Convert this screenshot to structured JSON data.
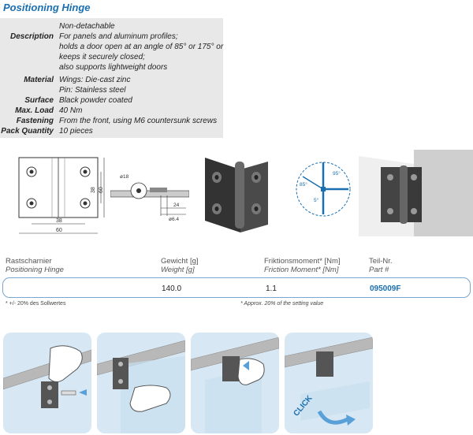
{
  "title": "Positioning Hinge",
  "specs": {
    "description_label": "Description",
    "description_lines": [
      "Non-detachable",
      "For panels and aluminum profiles;",
      "holds a door open at an angle of 85° or 175° or",
      "keeps it securely closed;",
      "also supports lightweight doors"
    ],
    "material_label": "Material",
    "material_lines": [
      "Wings: Die-cast zinc",
      "Pin: Stainless steel"
    ],
    "surface_label": "Surface",
    "surface_value": "Black powder coated",
    "max_load_label": "Max. Load",
    "max_load_value": "40 Nm",
    "fastening_label": "Fastening",
    "fastening_value": "From the front, using M6 countersunk screws",
    "pack_label": "Pack Quantity",
    "pack_value": "10 pieces"
  },
  "drawing": {
    "dim_38_h": "38",
    "dim_60_h": "60",
    "dim_38_v": "38",
    "dim_60_v": "60",
    "dim_dia18": "ø18",
    "dim_24": "24",
    "dim_dia64": "ø6.4",
    "angle_85": "85°",
    "angle_95": "95°",
    "angle_5": "5°"
  },
  "table": {
    "col1_de": "Rastscharnier",
    "col1_en": "Positioning Hinge",
    "col2_de": "Gewicht [g]",
    "col2_en": "Weight [g]",
    "col3_de": "Friktionsmoment* [Nm]",
    "col3_en": "Friction Moment* [Nm]",
    "col4_de": "Teil-Nr.",
    "col4_en": "Part #",
    "row": {
      "weight": "140.0",
      "friction": "1.1",
      "part": "095009F"
    }
  },
  "footnotes": {
    "de": "* +/- 20% des Sollwertes",
    "en": "* Approx. 20% of the setting value"
  },
  "click_label": "CLICK"
}
